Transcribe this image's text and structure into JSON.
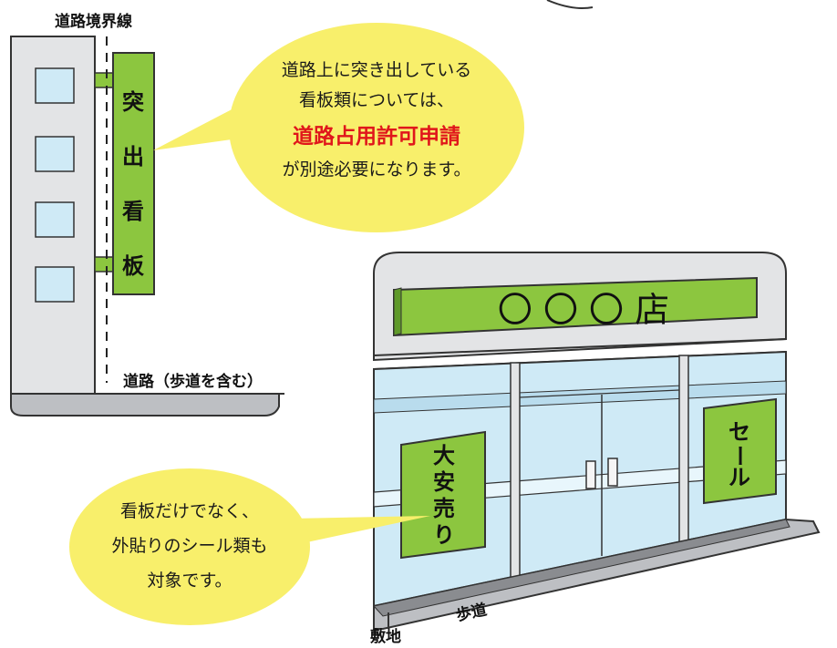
{
  "road_boundary_label": "道路境界線",
  "projecting_sign": [
    "突",
    "出",
    "看",
    "板"
  ],
  "road_label": "道路（歩道を含む）",
  "callout_top": {
    "line1": "道路上に突き出している",
    "line2": "看板類については、",
    "emphasis": "道路占用許可申請",
    "line4": "が別途必要になります。"
  },
  "store_sign": "〇 〇 〇 店",
  "poster_left": [
    "大",
    "安",
    "売",
    "り"
  ],
  "poster_right": [
    "セ",
    "ー",
    "ル"
  ],
  "callout_bottom": {
    "line1": "看板だけでなく、",
    "line2": "外貼りのシール類も",
    "line3": "対象です。"
  },
  "sidewalk_label": "歩道",
  "site_label": "敷地",
  "colors": {
    "sign_green": "#8cc63f",
    "bubble_yellow": "#f8ef6b",
    "emphasis_red": "#e0161b",
    "glass": "#cfeaf6",
    "wall_gray": "#e3e4e6"
  }
}
